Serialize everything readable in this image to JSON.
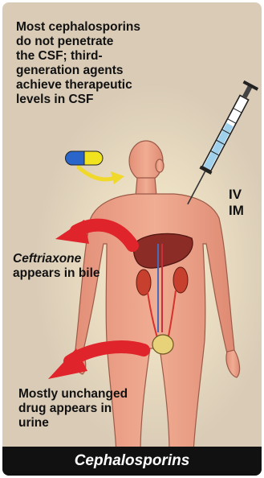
{
  "colors": {
    "panel": "#d9cbb6",
    "skin": "#e9a48b",
    "arrow": "#e0242b",
    "footer_bg": "#111111"
  },
  "labels": {
    "csf_note": "Most cephalosporins\ndo not penetrate\nthe CSF; third-\ngeneration agents\nachieve therapeutic\nlevels in CSF",
    "route_iv": "IV",
    "route_im": "IM",
    "bile_drug": "Ceftriaxone",
    "bile_text": "appears in bile",
    "urine_note": "Mostly unchanged\ndrug appears in\nurine"
  },
  "footer": {
    "title": "Cephalosporins"
  },
  "icons": [
    "capsule-icon",
    "syringe-icon",
    "curved-arrow-icon",
    "liver-icon",
    "kidney-icon",
    "bladder-icon"
  ]
}
